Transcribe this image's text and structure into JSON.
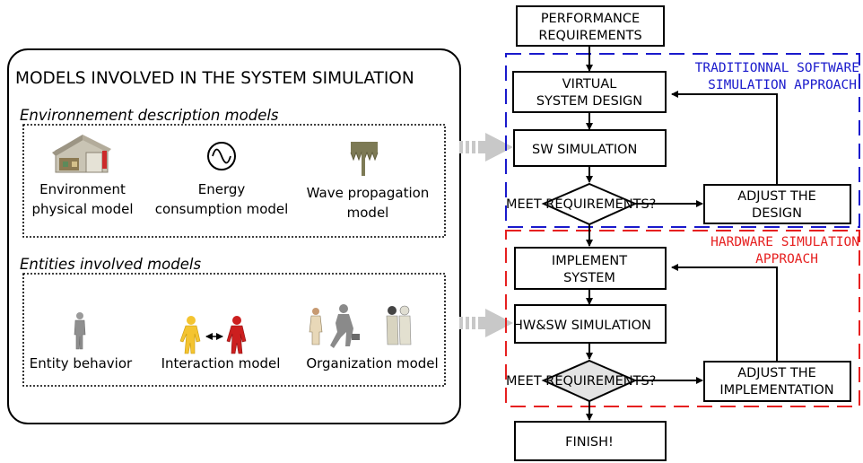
{
  "left_panel": {
    "title": "MODELS INVOLVED IN THE SYSTEM SIMULATION",
    "environment": {
      "heading": "Environnement description models",
      "models": [
        {
          "line1": "Environment",
          "line2": "physical model",
          "icon": "house-icon"
        },
        {
          "line1": "Energy",
          "line2": "consumption model",
          "icon": "sine-wave-icon"
        },
        {
          "line1": "Wave propagation",
          "line2": "model",
          "icon": "antenna-icon"
        }
      ]
    },
    "entities": {
      "heading": "Entities involved models",
      "models": [
        {
          "label": "Entity behavior",
          "icon": "person-icon"
        },
        {
          "label": "Interaction model",
          "icon": "interacting-people-icon"
        },
        {
          "label": "Organization model",
          "icon": "group-people-icon"
        }
      ]
    }
  },
  "flowchart": {
    "performance": {
      "line1": "PERFORMANCE",
      "line2": "REQUIREMENTS"
    },
    "software_region": {
      "line1": "TRADITIONNAL SOFTWARE",
      "line2": "SIMULATION APPROACH",
      "color": "#1a1acc"
    },
    "hardware_region": {
      "line1": "HARDWARE SIMULATION",
      "line2": "APPROACH",
      "color": "#e62020"
    },
    "virtual_design": {
      "line1": "VIRTUAL",
      "line2": "SYSTEM DESIGN"
    },
    "sw_simulation": "SW SIMULATION",
    "meet_requirements_1": "MEET REQUIREMENTS?",
    "adjust_design": {
      "line1": "ADJUST THE",
      "line2": "DESIGN"
    },
    "implement_system": {
      "line1": "IMPLEMENT",
      "line2": "SYSTEM"
    },
    "hw_sw_simulation": "HW&SW SIMULATION",
    "meet_requirements_2": "MEET REQUIREMENTS?",
    "adjust_implementation": {
      "line1": "ADJUST THE",
      "line2": "IMPLEMENTATION"
    },
    "finish": "FINISH!"
  }
}
